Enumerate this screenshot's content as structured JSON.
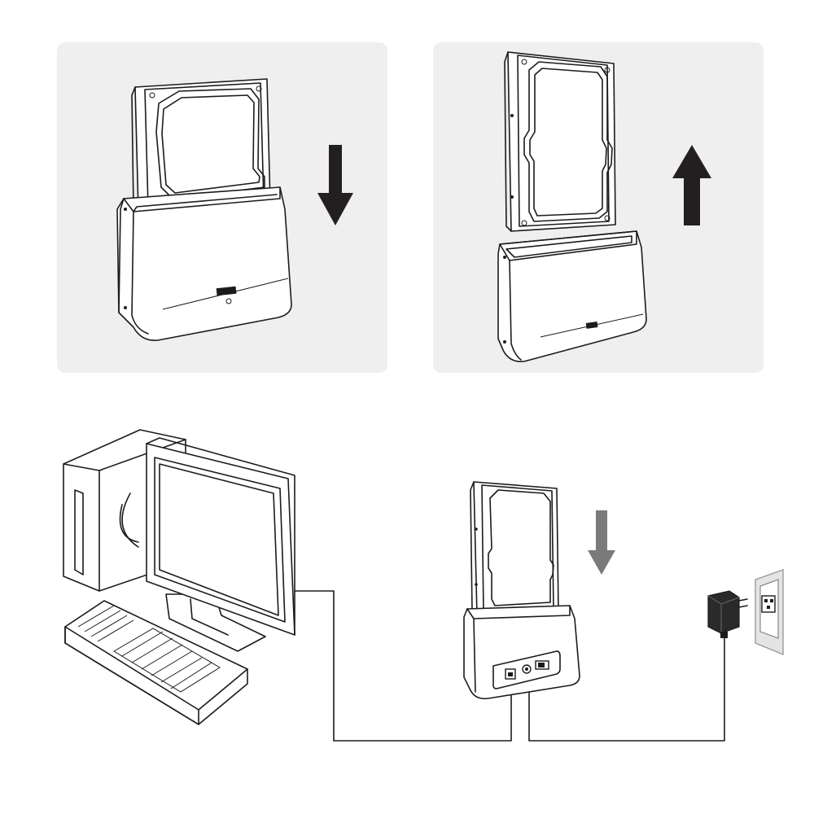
{
  "colors": {
    "panel_background": "#efefef",
    "line": "#1b1b1b",
    "arrow_dark": "#231f20",
    "arrow_gray": "#7a7a7a",
    "page_background": "#ffffff"
  },
  "steps": [
    {
      "name": "insert-drive",
      "arrow_direction": "down",
      "arrow_icon": "arrow-down-icon"
    },
    {
      "name": "remove-drive",
      "arrow_direction": "up",
      "arrow_icon": "arrow-up-icon"
    },
    {
      "name": "connect-setup",
      "arrow_direction": "down",
      "arrow_icon": "arrow-down-icon"
    }
  ],
  "icons": [
    "hard-drive-icon",
    "docking-station-icon",
    "computer-tower-icon",
    "monitor-icon",
    "keyboard-icon",
    "power-adapter-icon",
    "wall-outlet-icon",
    "usb-cable-icon"
  ]
}
